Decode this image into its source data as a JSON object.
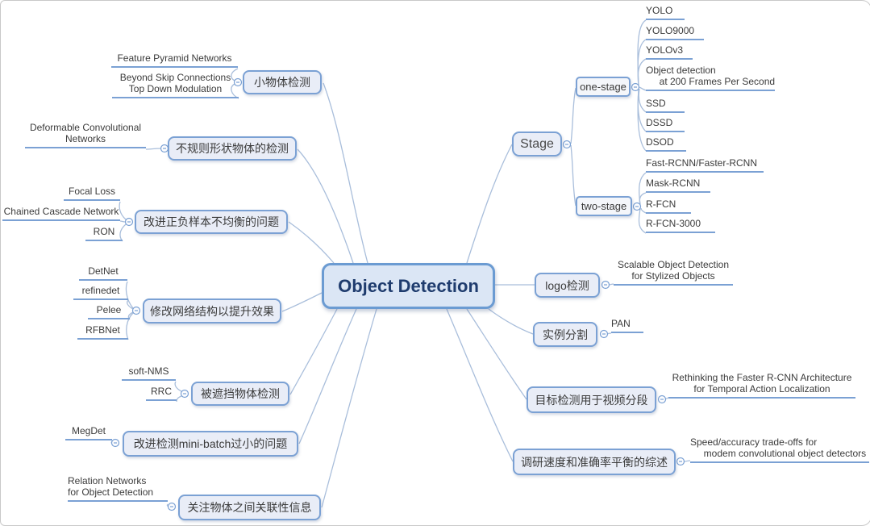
{
  "root": {
    "label": "Object Detection"
  },
  "colors": {
    "accent": "#7ba1d4",
    "curve": "#a9bedb",
    "node-fill": "#e9edf7",
    "sub-fill": "#f4f6fa",
    "center-fill": "#dbe6f5",
    "center-border": "#6b9bd2",
    "center-text": "#1f3c6e",
    "text": "#3b3b3b"
  },
  "left_branches": [
    {
      "label": "小物体检测",
      "children": [
        "Feature Pyramid Networks",
        "Beyond Skip Connections\nTop Down Modulation"
      ]
    },
    {
      "label": "不规则形状物体的检测",
      "children": [
        "Deformable Convolutional\nNetworks"
      ]
    },
    {
      "label": "改进正负样本不均衡的问题",
      "children": [
        "Focal Loss",
        "Chained Cascade Network",
        "RON"
      ]
    },
    {
      "label": "修改网络结构以提升效果",
      "children": [
        "DetNet",
        "refinedet",
        "Pelee",
        "RFBNet"
      ]
    },
    {
      "label": "被遮挡物体检测",
      "children": [
        "soft-NMS",
        "RRC"
      ]
    },
    {
      "label": "改进检测mini-batch过小的问题",
      "children": [
        "MegDet"
      ]
    },
    {
      "label": "关注物体之间关联性信息",
      "children": [
        "Relation Networks\nfor Object Detection"
      ]
    }
  ],
  "right_branches": [
    {
      "label": "Stage",
      "children": [
        {
          "label": "one-stage",
          "children": [
            "YOLO",
            "YOLO9000",
            "YOLOv3",
            "Object detection\n     at 200 Frames Per Second",
            "SSD",
            "DSSD",
            "DSOD"
          ]
        },
        {
          "label": "two-stage",
          "children": [
            "Fast-RCNN/Faster-RCNN",
            "Mask-RCNN",
            "R-FCN",
            "R-FCN-3000"
          ]
        }
      ]
    },
    {
      "label": "logo检测",
      "children": [
        "Scalable Object Detection\nfor Stylized Objects"
      ]
    },
    {
      "label": "实例分割",
      "children": [
        "PAN"
      ]
    },
    {
      "label": "目标检测用于视频分段",
      "children": [
        "Rethinking the Faster R-CNN Architecture\nfor Temporal Action Localization"
      ]
    },
    {
      "label": "调研速度和准确率平衡的综述",
      "children": [
        "Speed/accuracy trade-offs for\n     modem convolutional object detectors"
      ]
    }
  ]
}
